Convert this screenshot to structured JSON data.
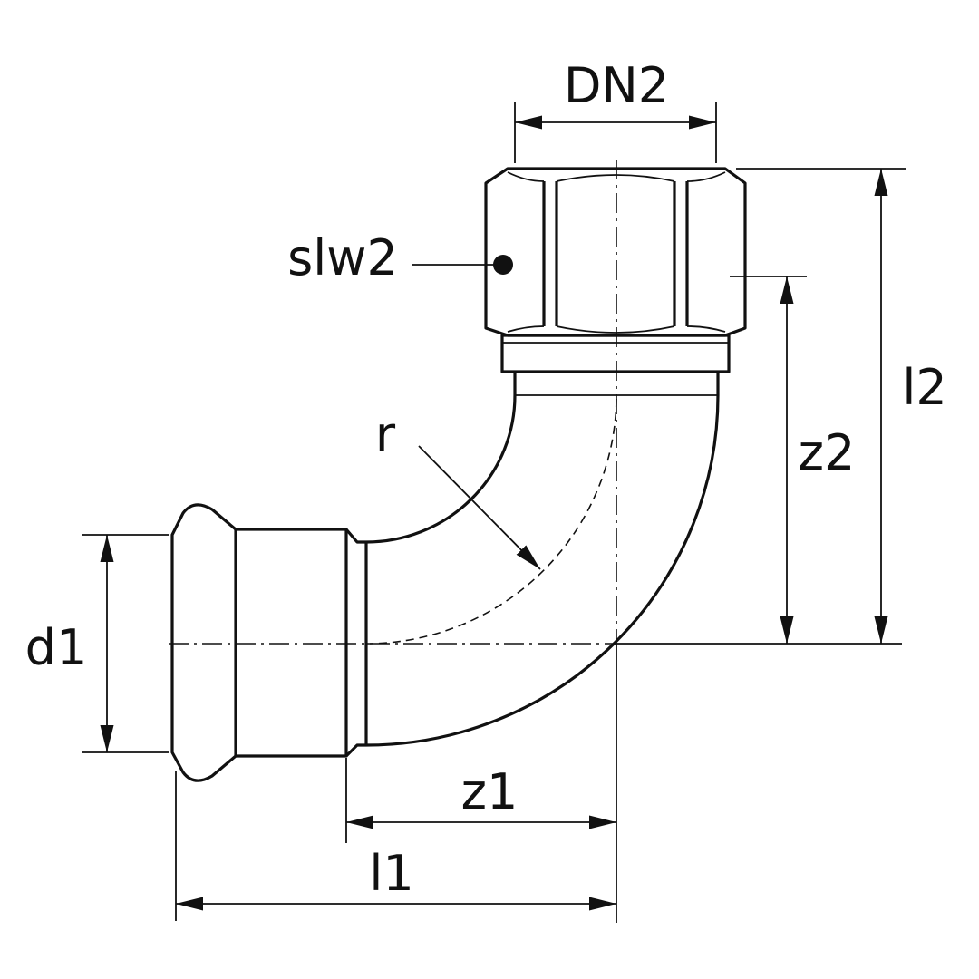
{
  "labels": {
    "dn2": "DN2",
    "slw2": "slw2",
    "r": "r",
    "l2": "l2",
    "z2": "z2",
    "d1": "d1",
    "z1": "z1",
    "l1": "l1"
  },
  "colors": {
    "line": "#111111",
    "background": "#ffffff"
  }
}
